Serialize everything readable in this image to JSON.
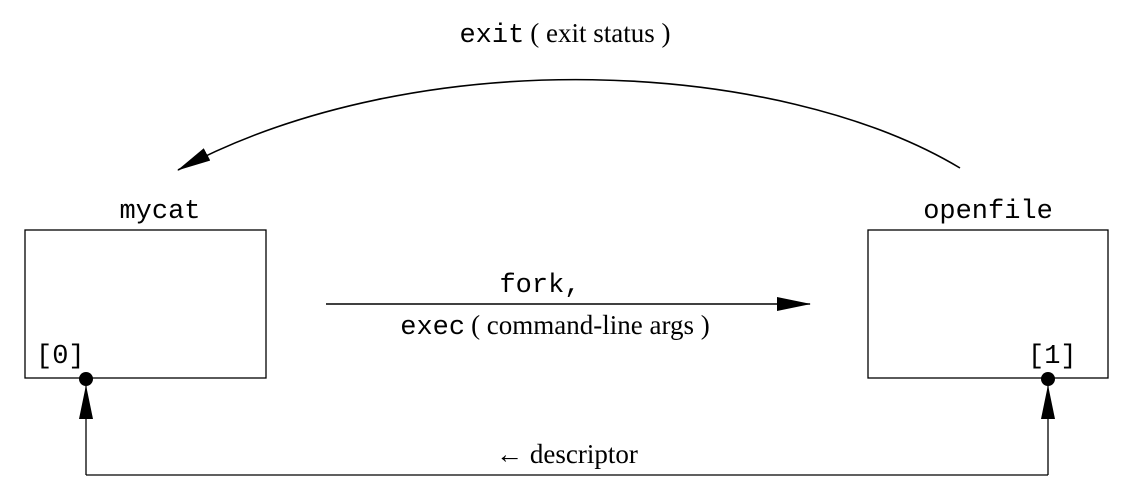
{
  "title_call": {
    "func": "exit",
    "args": "( exit status )"
  },
  "processes": [
    {
      "name": "mycat",
      "descriptor_label": "[0]"
    },
    {
      "name": "openfile",
      "descriptor_label": "[1]"
    }
  ],
  "middle_arrow": {
    "line1": "fork,",
    "line2_func": "exec",
    "line2_args": "( command-line args )"
  },
  "bottom_label": "← descriptor"
}
